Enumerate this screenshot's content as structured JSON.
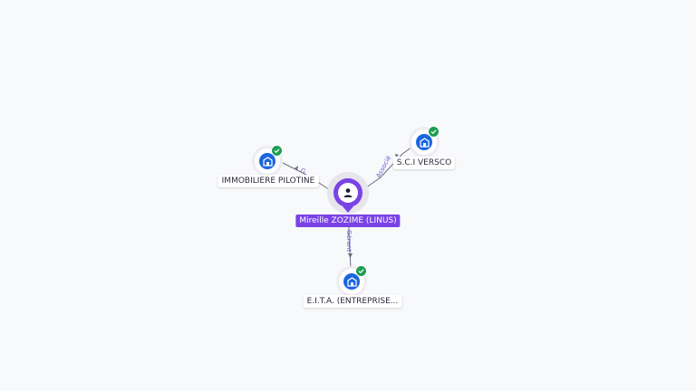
{
  "center": {
    "name": "Mireille ZOZIME (LINUS)",
    "icon": "person-icon",
    "color": "#7a42e6"
  },
  "companies": [
    {
      "name": "IMMOBILIERE PILOTINE",
      "icon": "building-icon",
      "verified_icon": "check-icon"
    },
    {
      "name": "S.C.I VERSCO",
      "icon": "building-icon",
      "verified_icon": "check-icon"
    },
    {
      "name": "E.I.T.A. (ENTREPRISE...",
      "icon": "building-icon",
      "verified_icon": "check-icon"
    }
  ],
  "edges": [
    {
      "label": "G"
    },
    {
      "label": "Associé"
    },
    {
      "label": "Gérant"
    }
  ],
  "colors": {
    "company": "#1a66e0",
    "verified": "#1f9d55",
    "edge_label": "#6a5acd"
  }
}
